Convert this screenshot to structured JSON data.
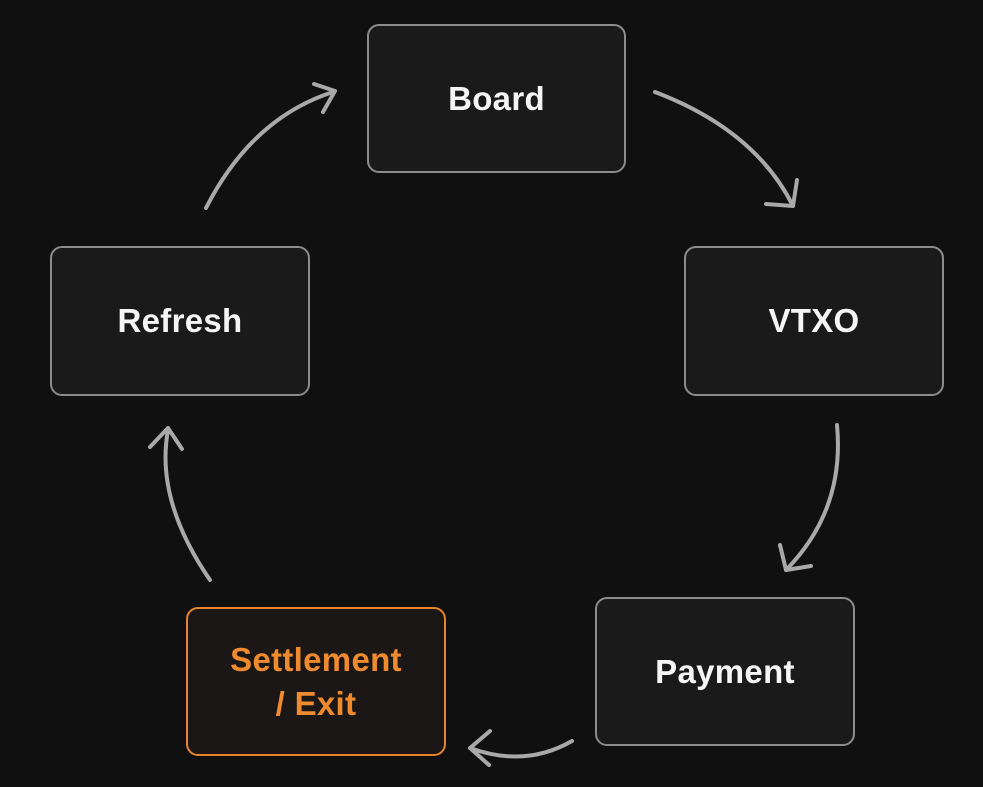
{
  "diagram": {
    "nodes": [
      {
        "id": "board",
        "label": "Board",
        "highlighted": false
      },
      {
        "id": "vtxo",
        "label": "VTXO",
        "highlighted": false
      },
      {
        "id": "payment",
        "label": "Payment",
        "highlighted": false
      },
      {
        "id": "settlement",
        "label_line1": "Settlement",
        "label_line2": "/ Exit",
        "highlighted": true
      },
      {
        "id": "refresh",
        "label": "Refresh",
        "highlighted": false
      }
    ],
    "edges": [
      {
        "from": "board",
        "to": "vtxo"
      },
      {
        "from": "vtxo",
        "to": "payment"
      },
      {
        "from": "payment",
        "to": "settlement"
      },
      {
        "from": "settlement",
        "to": "refresh"
      },
      {
        "from": "refresh",
        "to": "board"
      }
    ],
    "colors": {
      "background": "#111010",
      "node_fill": "#1b1a1a",
      "node_border": "#8c8c8c",
      "node_text": "#f5f5f5",
      "highlight": "#f08a2e",
      "arrow": "#a9a9a9"
    }
  }
}
